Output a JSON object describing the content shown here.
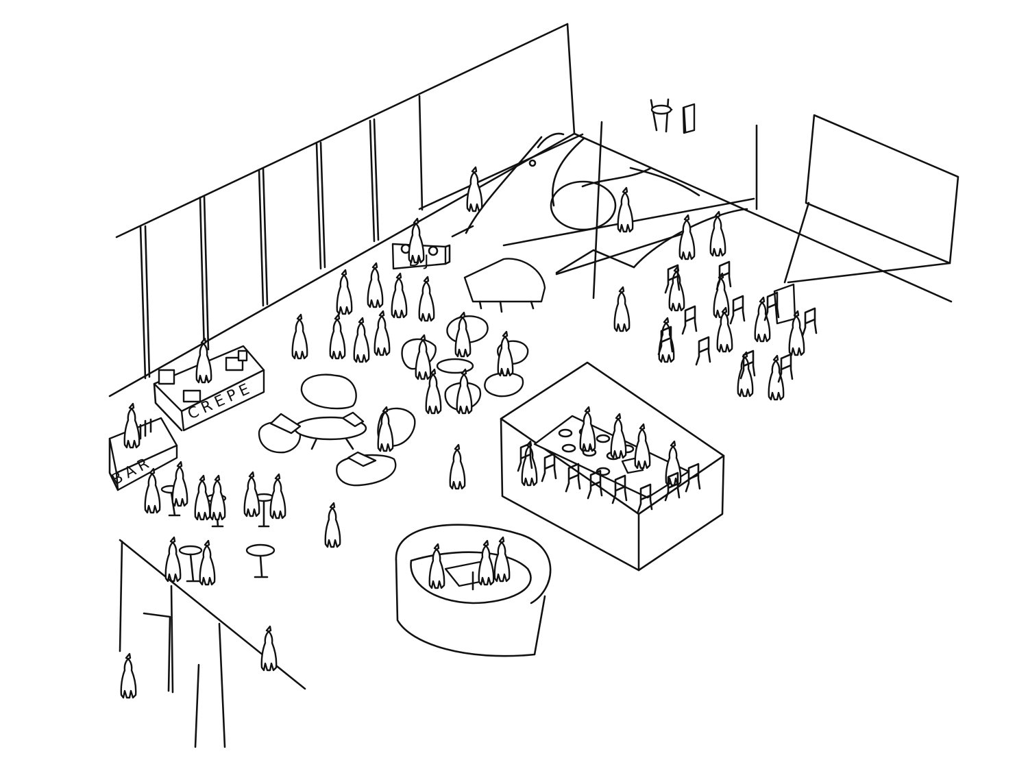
{
  "colors": {
    "ink": "#111111",
    "paper": "#ffffff"
  },
  "labels": {
    "crepe": "CREPE",
    "bar": "BAR",
    "dj": "DJ"
  }
}
